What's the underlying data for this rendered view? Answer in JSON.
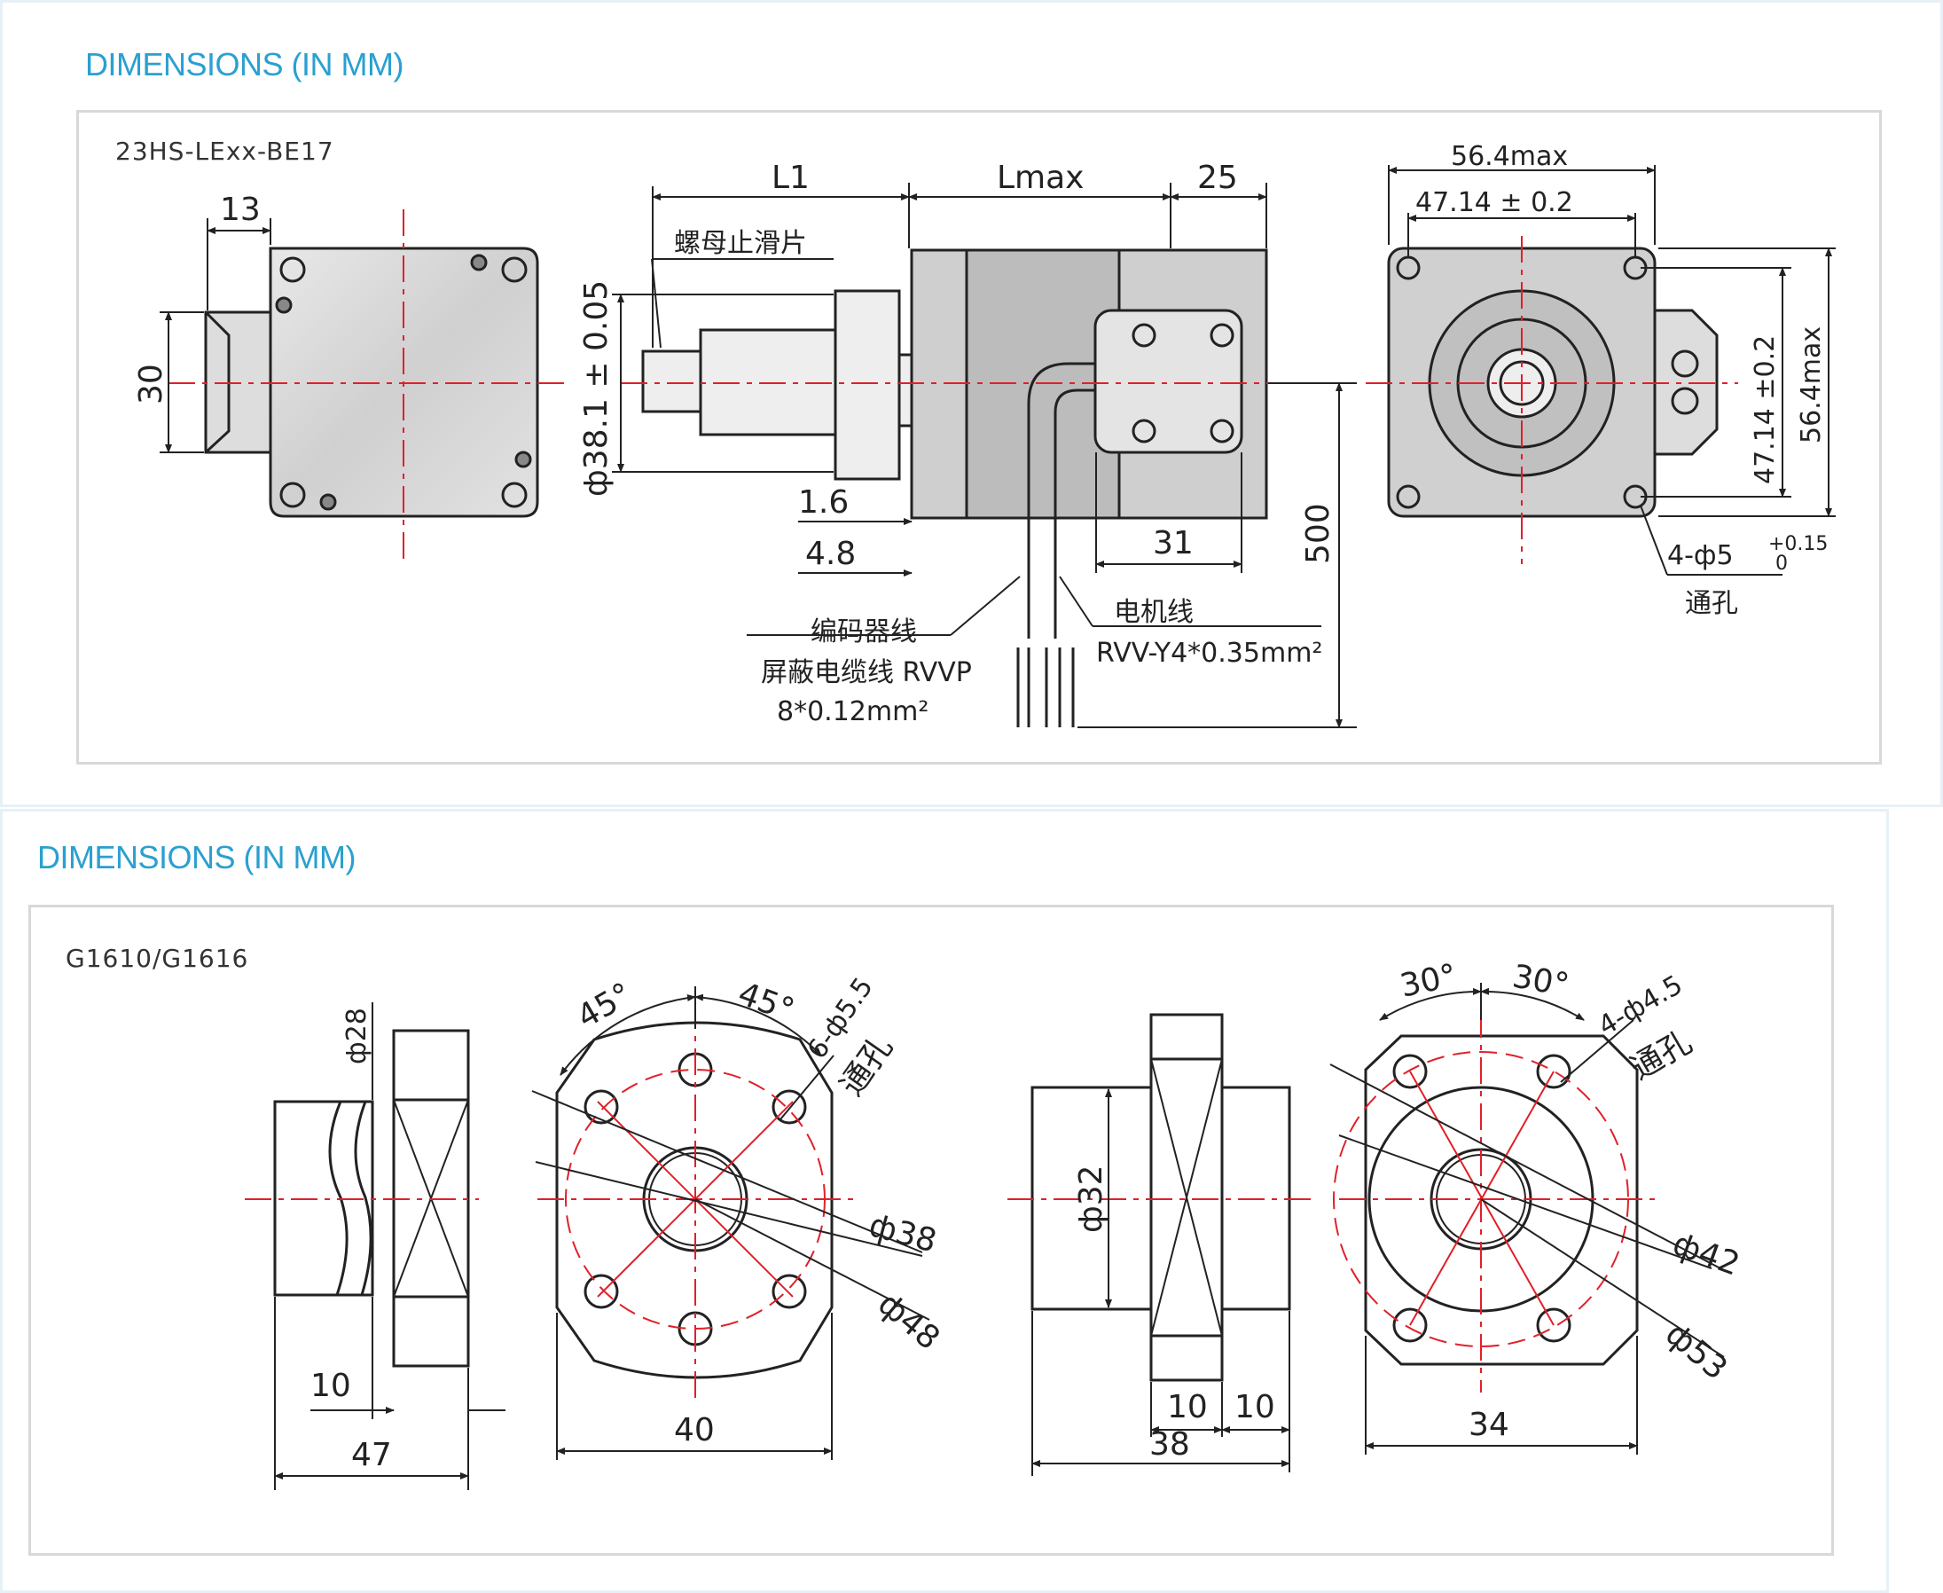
{
  "panel1": {
    "title": "DIMENSIONS (IN MM)",
    "model": "23HS-LExx-BE17",
    "dims": {
      "d13": "13",
      "d30": "30",
      "dia38": "ф38.1 ± 0.05",
      "nut_stop": "螺母止滑片",
      "L1": "L1",
      "Lmax": "Lmax",
      "d25": "25",
      "d16": "1.6",
      "d48": "4.8",
      "d31": "31",
      "d500": "500",
      "encoder": "编码器线",
      "shield": "屏蔽电缆线 RVVP",
      "shield_spec": "8*0.12mm²",
      "motor_wire": "电机线",
      "motor_spec": "RVV-Y4*0.35mm²",
      "d564": "56.4max",
      "d4714": "47.14 ± 0.2",
      "d4714v": "47.14 ±0.2",
      "d564v": "56.4max",
      "hole": "4-ф5",
      "hole_tol_up": "+0.15",
      "hole_tol_dn": "0",
      "through": "通孔"
    }
  },
  "panel2": {
    "title": "DIMENSIONS (IN MM)",
    "model": "G1610/G1616",
    "dims": {
      "d28": "ф28",
      "d10a": "10",
      "d47": "47",
      "a45a": "45°",
      "a45b": "45°",
      "holes6": "6-ф5.5",
      "through1": "通孔",
      "dia38": "ф38",
      "dia48": "ф48",
      "d40": "40",
      "dia32": "ф32",
      "d10b": "10",
      "d10c": "10",
      "d38": "38",
      "a30a": "30°",
      "a30b": "30°",
      "holes4": "4-ф4.5",
      "through2": "通孔",
      "dia42": "ф42",
      "dia53": "ф53",
      "d34": "34"
    }
  },
  "colors": {
    "title_blue": "#2aa0d0",
    "centerline_red": "#e0202a",
    "body_gray": "#c8c8c8",
    "frame_gray": "#d8d8d8"
  }
}
